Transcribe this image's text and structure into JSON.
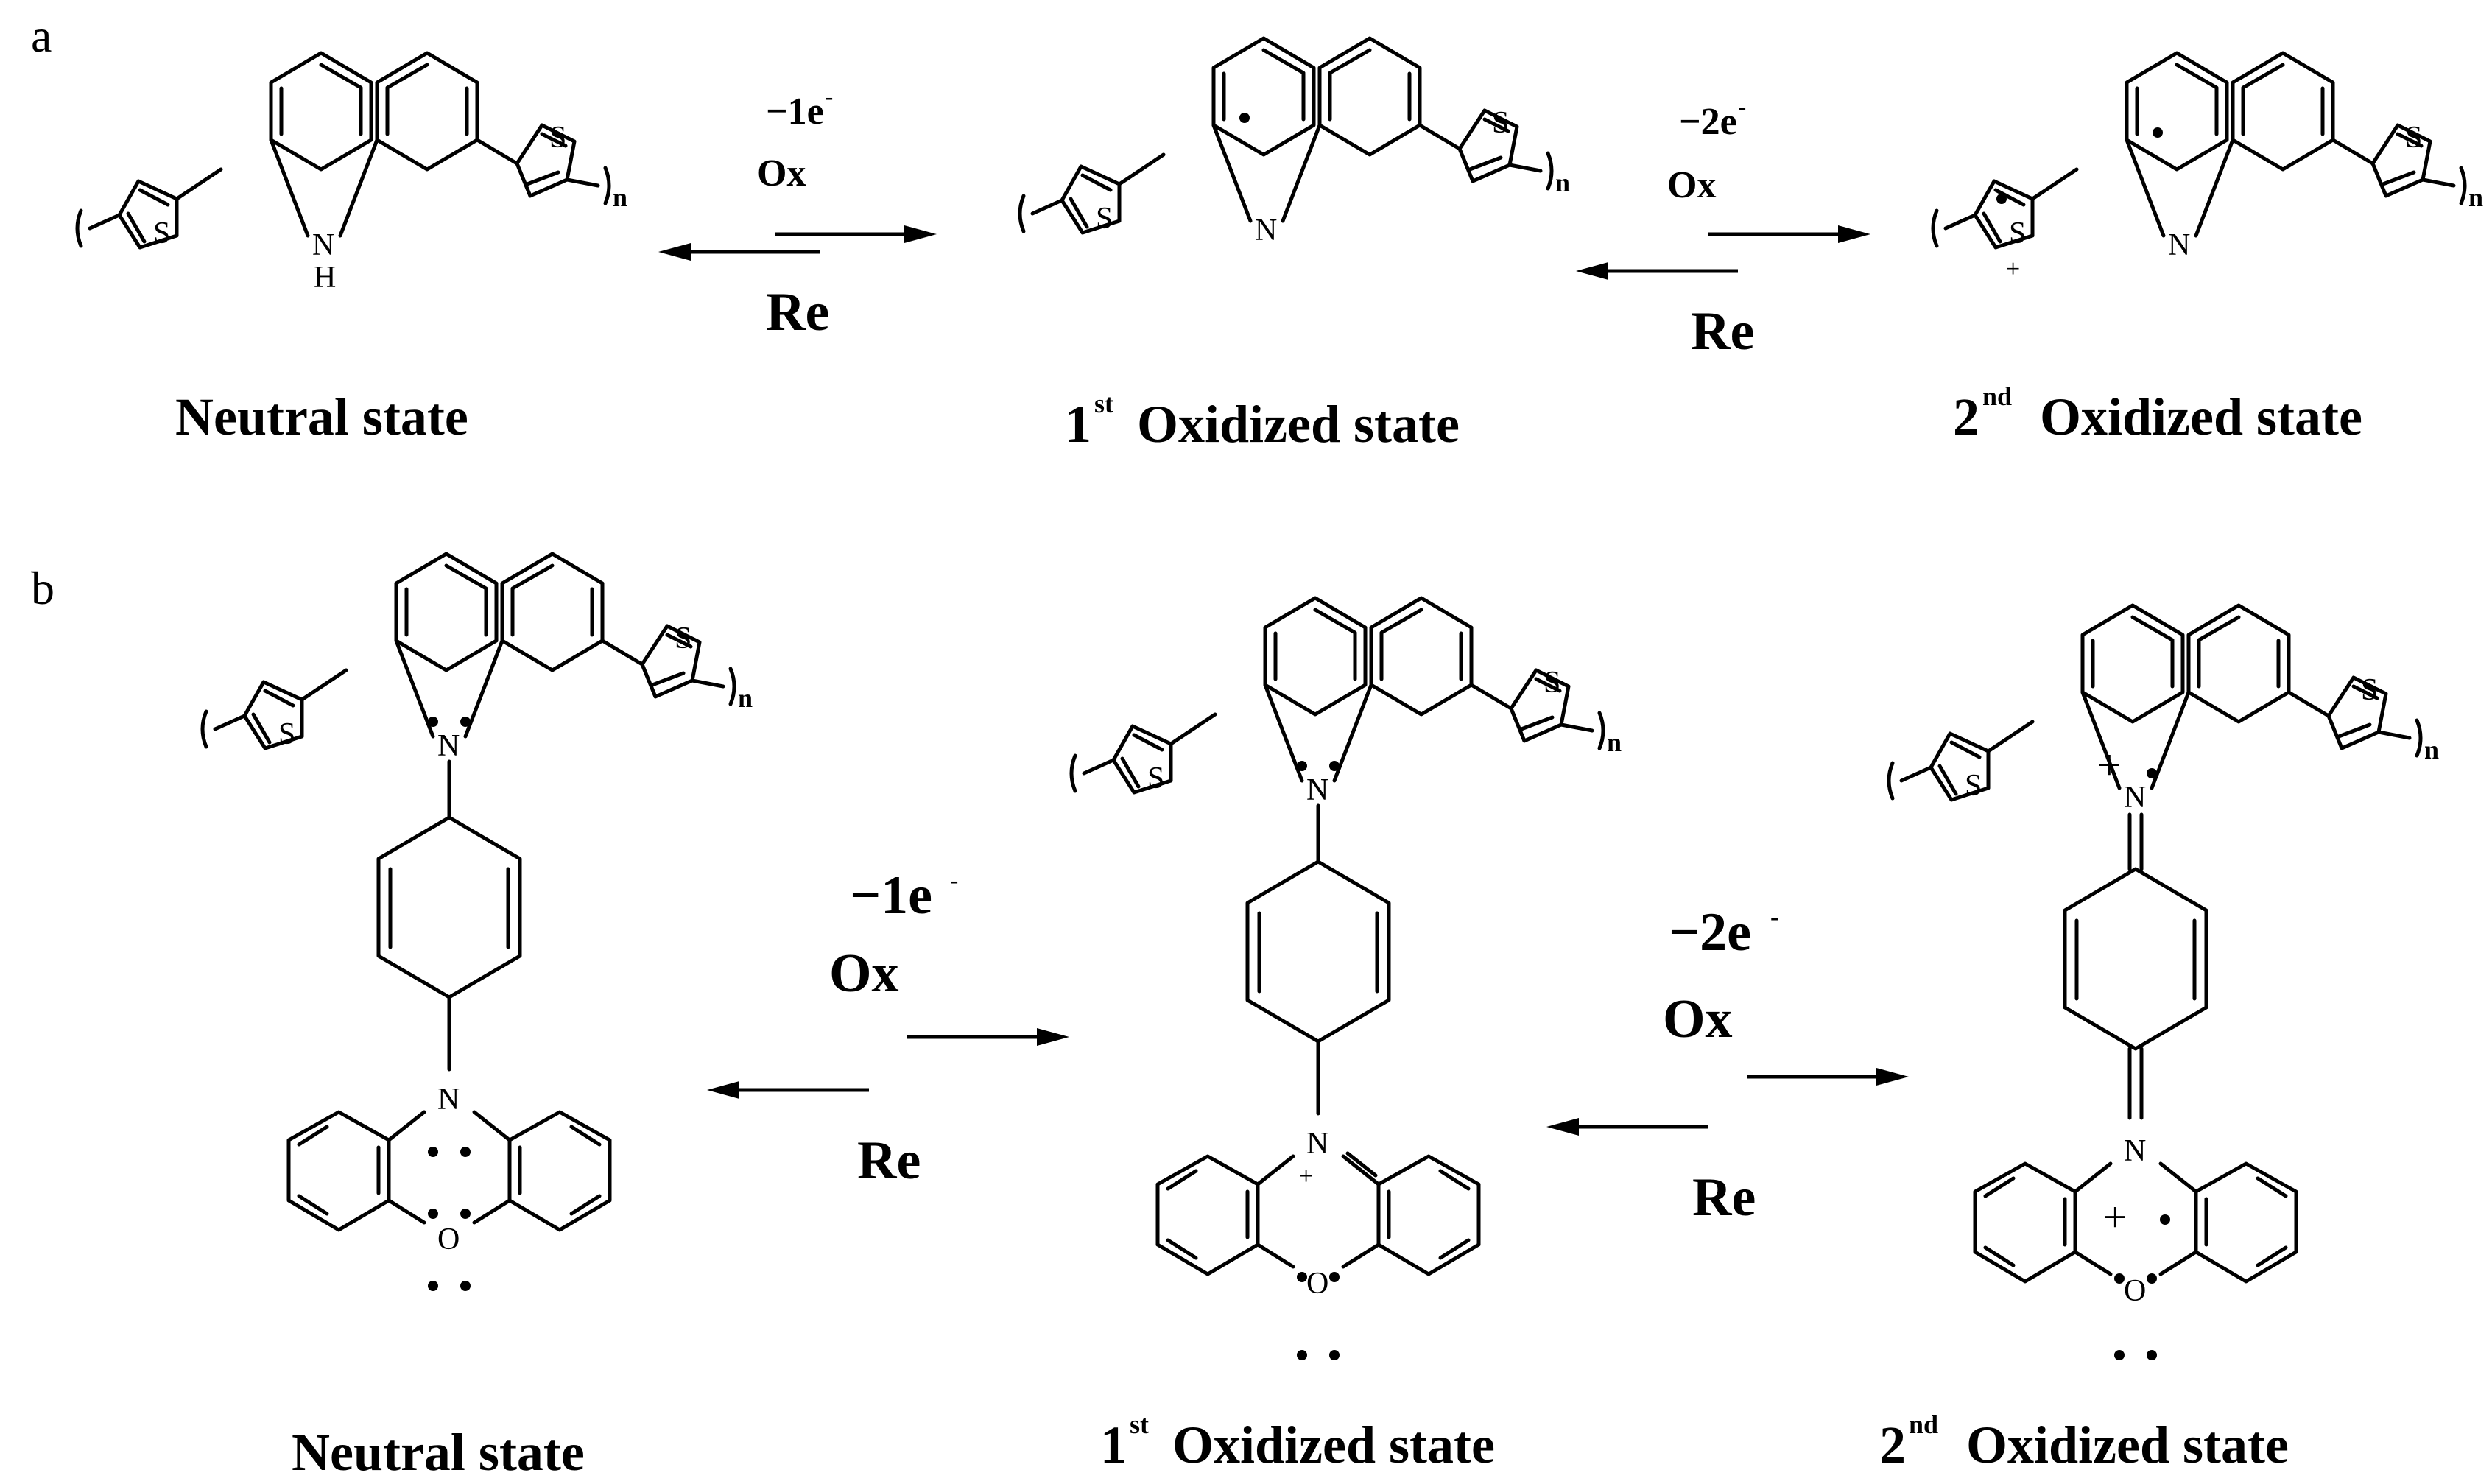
{
  "panels": {
    "a": {
      "label": "a",
      "states": {
        "neutral": "Neutral state",
        "first": "Oxidized state",
        "second": "Oxidized state"
      },
      "ordinals": {
        "first": "1",
        "first_sup": "st",
        "second": "2",
        "second_sup": "nd"
      },
      "step1": {
        "electrons": "−1e",
        "sign": "-",
        "ox": "Ox",
        "re": "Re"
      },
      "step2": {
        "electrons": "−2e",
        "sign": "-",
        "ox": "Ox",
        "re": "Re"
      }
    },
    "b": {
      "label": "b",
      "states": {
        "neutral": "Neutral state",
        "first": "Oxidized state",
        "second": "Oxidized state"
      },
      "ordinals": {
        "first": "1",
        "first_sup": "st",
        "second": "2",
        "second_sup": "nd"
      },
      "step1": {
        "electrons": "−1e",
        "sign": "-",
        "ox": "Ox",
        "re": "Re"
      },
      "step2": {
        "electrons": "−2e",
        "sign": "-",
        "ox": "Ox",
        "re": "Re"
      }
    }
  },
  "atoms": {
    "sulfur": "S",
    "nitrogen": "N",
    "hydrogen": "H",
    "oxygen": "O",
    "repeat": "n",
    "plus": "+"
  }
}
